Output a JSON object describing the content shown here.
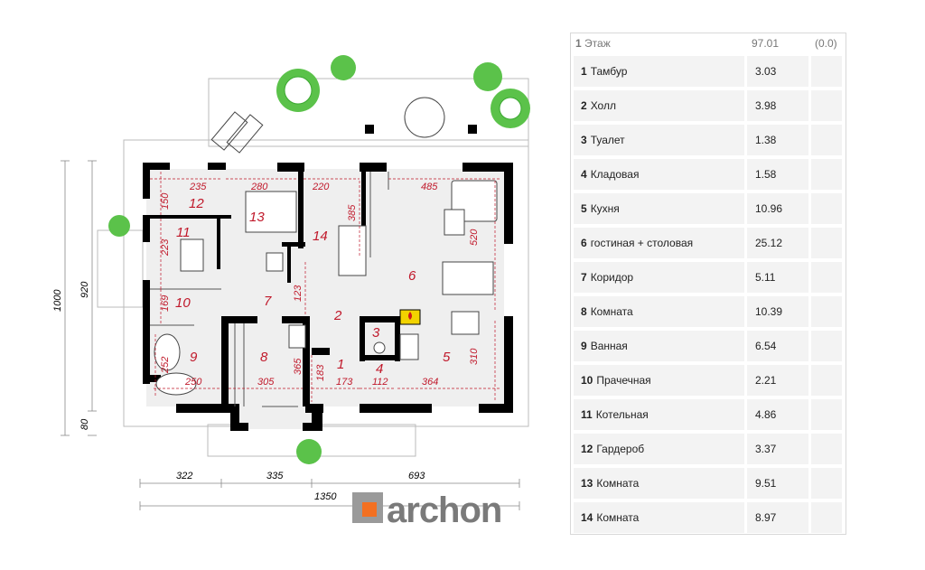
{
  "floor_table": {
    "header": {
      "floor_number": "1",
      "floor_label": "Этаж",
      "total_area": "97.01",
      "extra": "(0.0)"
    },
    "rows": [
      {
        "num": "1",
        "name": "Тамбур",
        "area": "3.03"
      },
      {
        "num": "2",
        "name": "Холл",
        "area": "3.98"
      },
      {
        "num": "3",
        "name": "Туалет",
        "area": "1.38"
      },
      {
        "num": "4",
        "name": "Кладовая",
        "area": "1.58"
      },
      {
        "num": "5",
        "name": "Кухня",
        "area": "10.96"
      },
      {
        "num": "6",
        "name": "гостиная + столовая",
        "area": "25.12"
      },
      {
        "num": "7",
        "name": "Коридор",
        "area": "5.11"
      },
      {
        "num": "8",
        "name": "Комната",
        "area": "10.39"
      },
      {
        "num": "9",
        "name": "Ванная",
        "area": "6.54"
      },
      {
        "num": "10",
        "name": "Прачечная",
        "area": "2.21"
      },
      {
        "num": "11",
        "name": "Котельная",
        "area": "4.86"
      },
      {
        "num": "12",
        "name": "Гардероб",
        "area": "3.37"
      },
      {
        "num": "13",
        "name": "Комната",
        "area": "9.51"
      },
      {
        "num": "14",
        "name": "Комната",
        "area": "8.97"
      }
    ]
  },
  "plan": {
    "room_numbers": [
      "1",
      "2",
      "3",
      "4",
      "5",
      "6",
      "7",
      "8",
      "9",
      "10",
      "11",
      "12",
      "13",
      "14"
    ],
    "inner_dims": [
      "235",
      "280",
      "220",
      "485",
      "150",
      "385",
      "223",
      "520",
      "169",
      "123",
      "252",
      "250",
      "305",
      "365",
      "183",
      "173",
      "112",
      "364",
      "310"
    ],
    "outer_dims_bottom": [
      "322",
      "335",
      "693",
      "1350"
    ],
    "outer_dims_left": [
      "1000",
      "920",
      "80"
    ]
  },
  "logo": {
    "text": "archon",
    "accent_color": "#f37021"
  },
  "colors": {
    "wall": "#000000",
    "label": "#c0182a",
    "floor": "#efefef",
    "tree": "#3aa830"
  }
}
